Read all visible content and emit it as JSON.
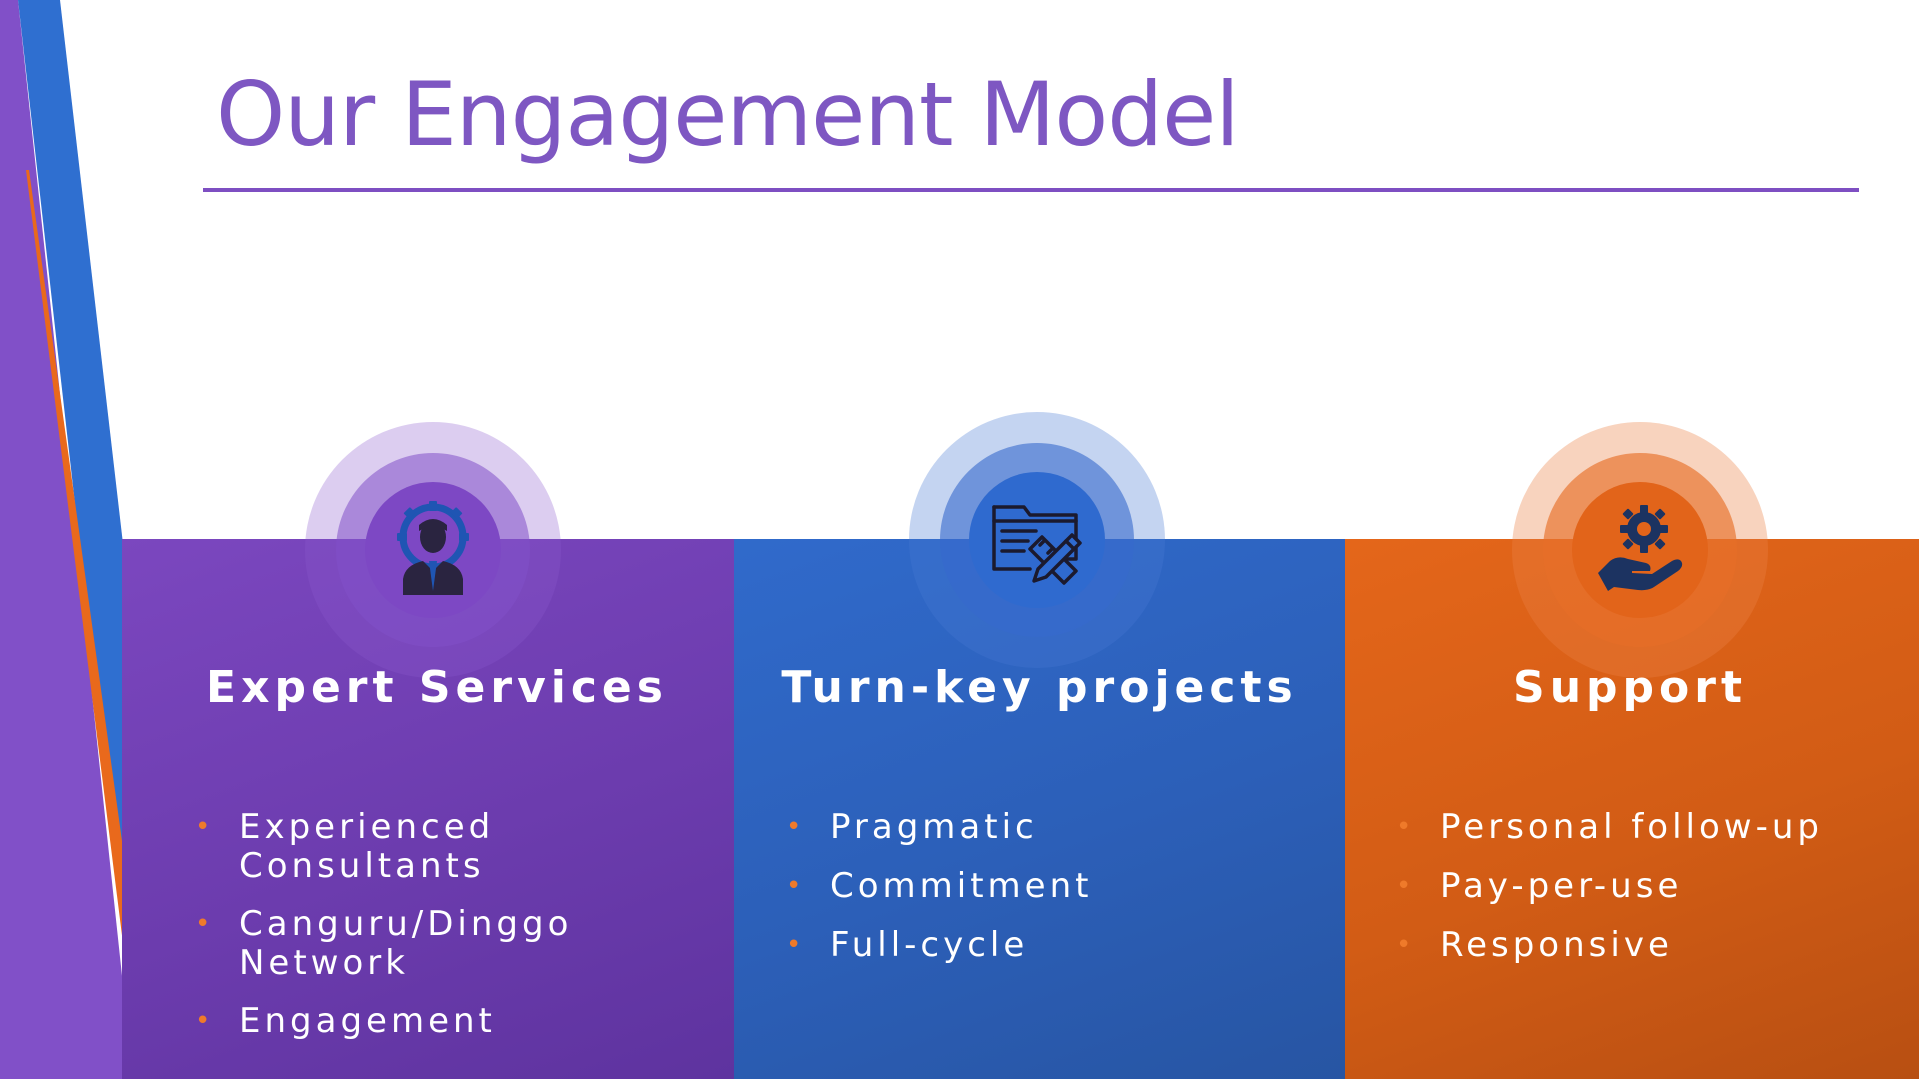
{
  "title": "Our Engagement Model",
  "colors": {
    "title": "#7e57c2",
    "rule": "#7e4fc2",
    "bullet": "#ef7a2a",
    "purple": "#7440b8",
    "blue": "#2e62c2",
    "orange": "#dc5f14"
  },
  "cards": [
    {
      "heading": "Expert Services",
      "icon": "consultant-gear-icon",
      "bullets": [
        "Experienced Consultants",
        "Canguru/Dinggo Network",
        "Engagement"
      ]
    },
    {
      "heading": "Turn-key projects",
      "icon": "folder-pencil-icon",
      "bullets": [
        "Pragmatic",
        "Commitment",
        "Full-cycle"
      ]
    },
    {
      "heading": "Support",
      "icon": "hand-gear-icon",
      "bullets": [
        "Personal follow-up",
        "Pay-per-use",
        "Responsive"
      ]
    }
  ]
}
